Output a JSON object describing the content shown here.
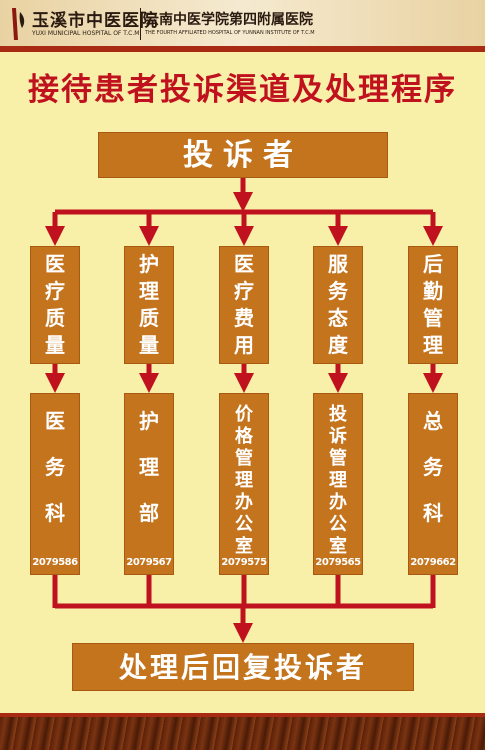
{
  "header": {
    "hospital_cn": "玉溪市中医医院",
    "hospital_en": "YUXI MUNICIPAL HOSPITAL OF T.C.M",
    "affiliate_cn": "云南中医学院第四附属医院",
    "affiliate_en": "THE FOURTH AFFILIATED HOSPITAL OF YUNNAN INSTITUTE OF T.C.M"
  },
  "title": "接待患者投诉渠道及处理程序",
  "complainant": "投诉者",
  "categories": [
    "医疗质量",
    "护理质量",
    "医疗费用",
    "服务态度",
    "后勤管理"
  ],
  "departments": [
    {
      "name": "医务科",
      "phone": "2079586"
    },
    {
      "name": "护理部",
      "phone": "2079567"
    },
    {
      "name": "价格管理办公室",
      "phone": "2079575"
    },
    {
      "name": "投诉管理办公室",
      "phone": "2079565"
    },
    {
      "name": "总务科",
      "phone": "2079662"
    }
  ],
  "result": "处理后回复投诉者",
  "colors": {
    "background": "#f8f0a8",
    "box": "#c5741e",
    "arrow": "#c0111e",
    "title": "#c0111e"
  }
}
